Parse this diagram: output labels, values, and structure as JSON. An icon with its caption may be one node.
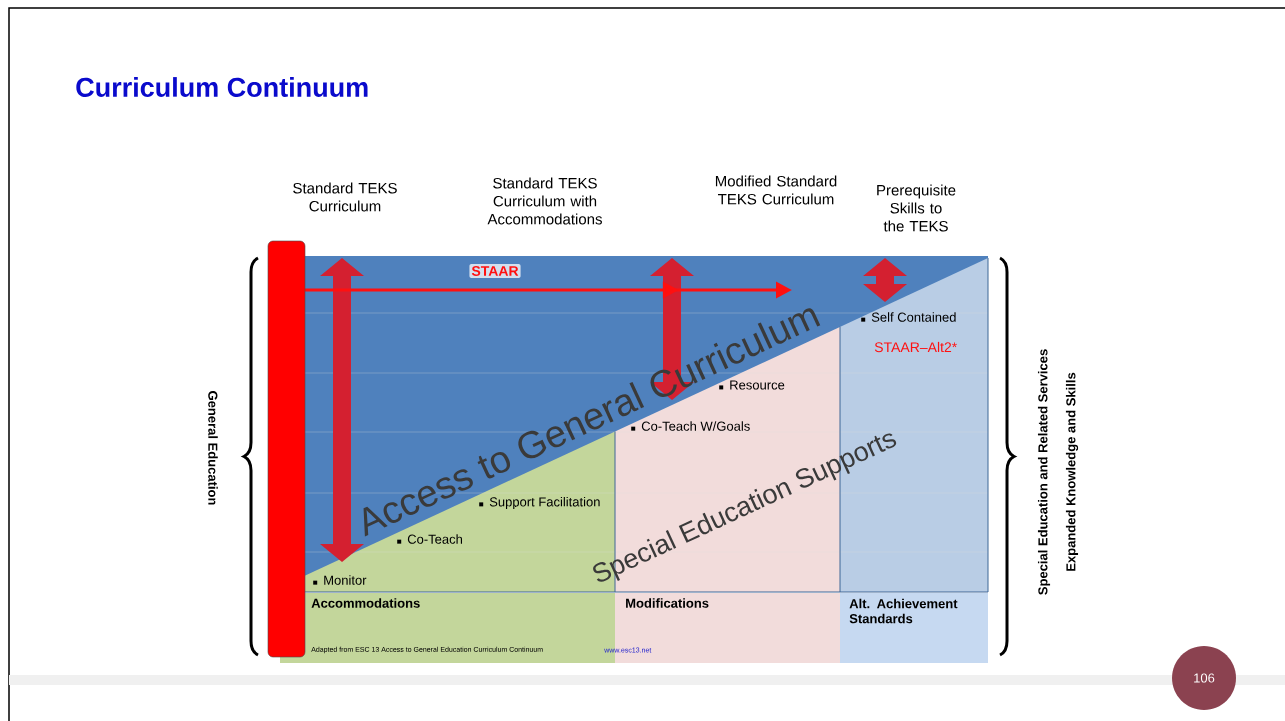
{
  "diagram": {
    "title": "Curriculum Continuum",
    "nodes": [
      {
        "text": [
          "106"
        ]
      },
      {
        "text": [],
        "shape": "bar"
      }
    ],
    "labels": [
      "Standard TEKS Curriculum",
      "Standard TEKS Curriculum with Accommodations",
      "Modified Standard TEKS Curriculum",
      "Prerequisite Skills to the TEKS",
      "STAAR",
      "Self Contained",
      "STAAR–Alt2*",
      "General Education",
      "Access to General Curriculum",
      "Resource",
      "Co-Teach W/Goals",
      "Special Education Supports",
      "Support Facilitation",
      "Co-Teach",
      "Monitor",
      "Special Education and Related Services",
      "Expanded Knowledge and Skills",
      "Accommodations",
      "Modifications",
      "Alt. Achievement Standards",
      "Adapted from ESC 13 Access to General Education Curriculum Continuum",
      "www.esc13.net"
    ]
  }
}
